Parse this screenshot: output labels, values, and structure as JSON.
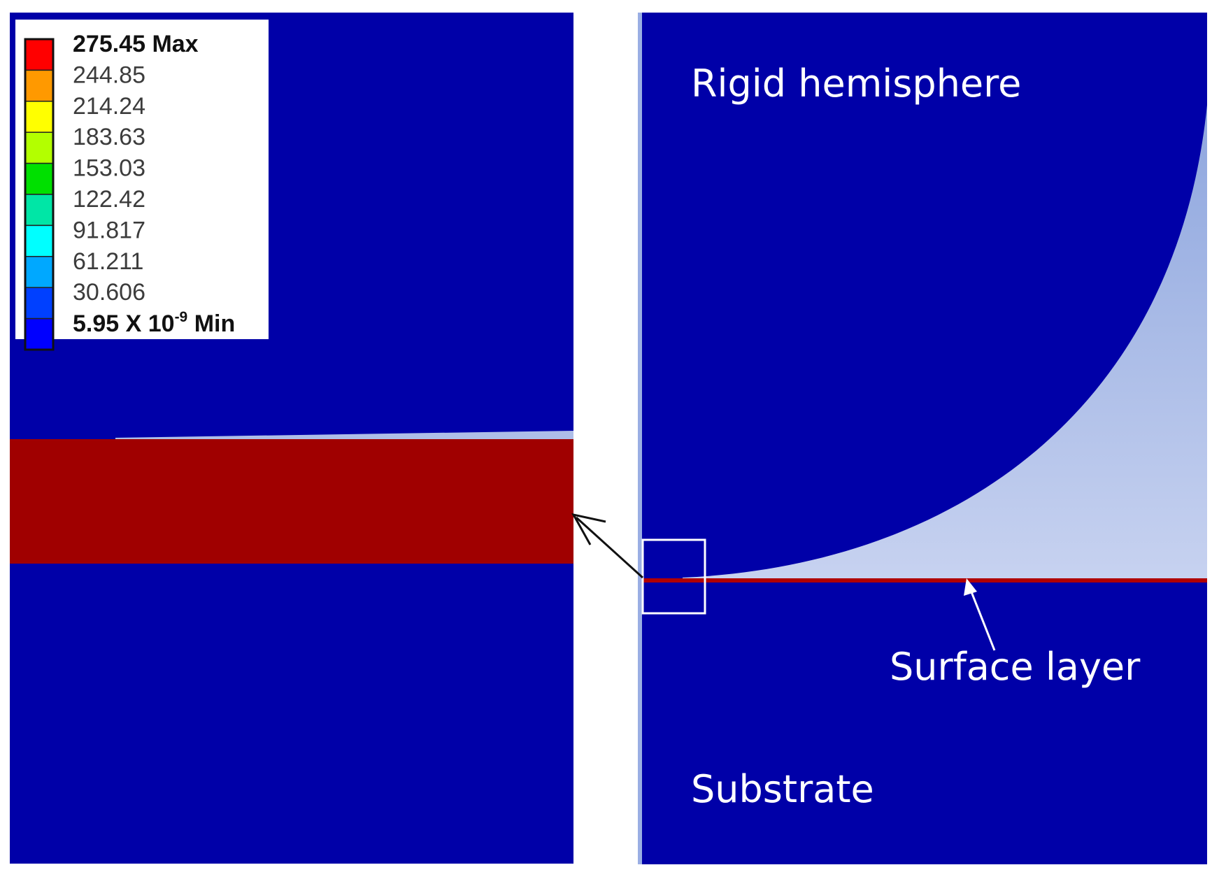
{
  "colors": {
    "background": "#ffffff",
    "contour_min": "#0000a8",
    "contour_max": "#a00000",
    "gap": "#aebee8",
    "callout": "#ffffff",
    "arrow": "#111111"
  },
  "legend": {
    "levels": [
      {
        "label": "275.45 Max",
        "color": "#ff0000",
        "bold": true
      },
      {
        "label": "244.85",
        "color": "#ff9900",
        "bold": false
      },
      {
        "label": "214.24",
        "color": "#ffff00",
        "bold": false
      },
      {
        "label": "183.63",
        "color": "#b3ff00",
        "bold": false
      },
      {
        "label": "153.03",
        "color": "#00e000",
        "bold": false
      },
      {
        "label": "122.42",
        "color": "#00e6a6",
        "bold": false
      },
      {
        "label": "91.817",
        "color": "#00ffff",
        "bold": false
      },
      {
        "label": "61.211",
        "color": "#00a8ff",
        "bold": false
      },
      {
        "label": "30.606",
        "color": "#0040ff",
        "bold": false
      }
    ],
    "min_label": {
      "prefix": "5.95 X 10",
      "exponent": "-9",
      "suffix": " Min",
      "color": "#0000ff"
    }
  },
  "labels": {
    "rigid_hemisphere": "Rigid hemisphere",
    "surface_layer": "Surface layer",
    "substrate": "Substrate"
  }
}
